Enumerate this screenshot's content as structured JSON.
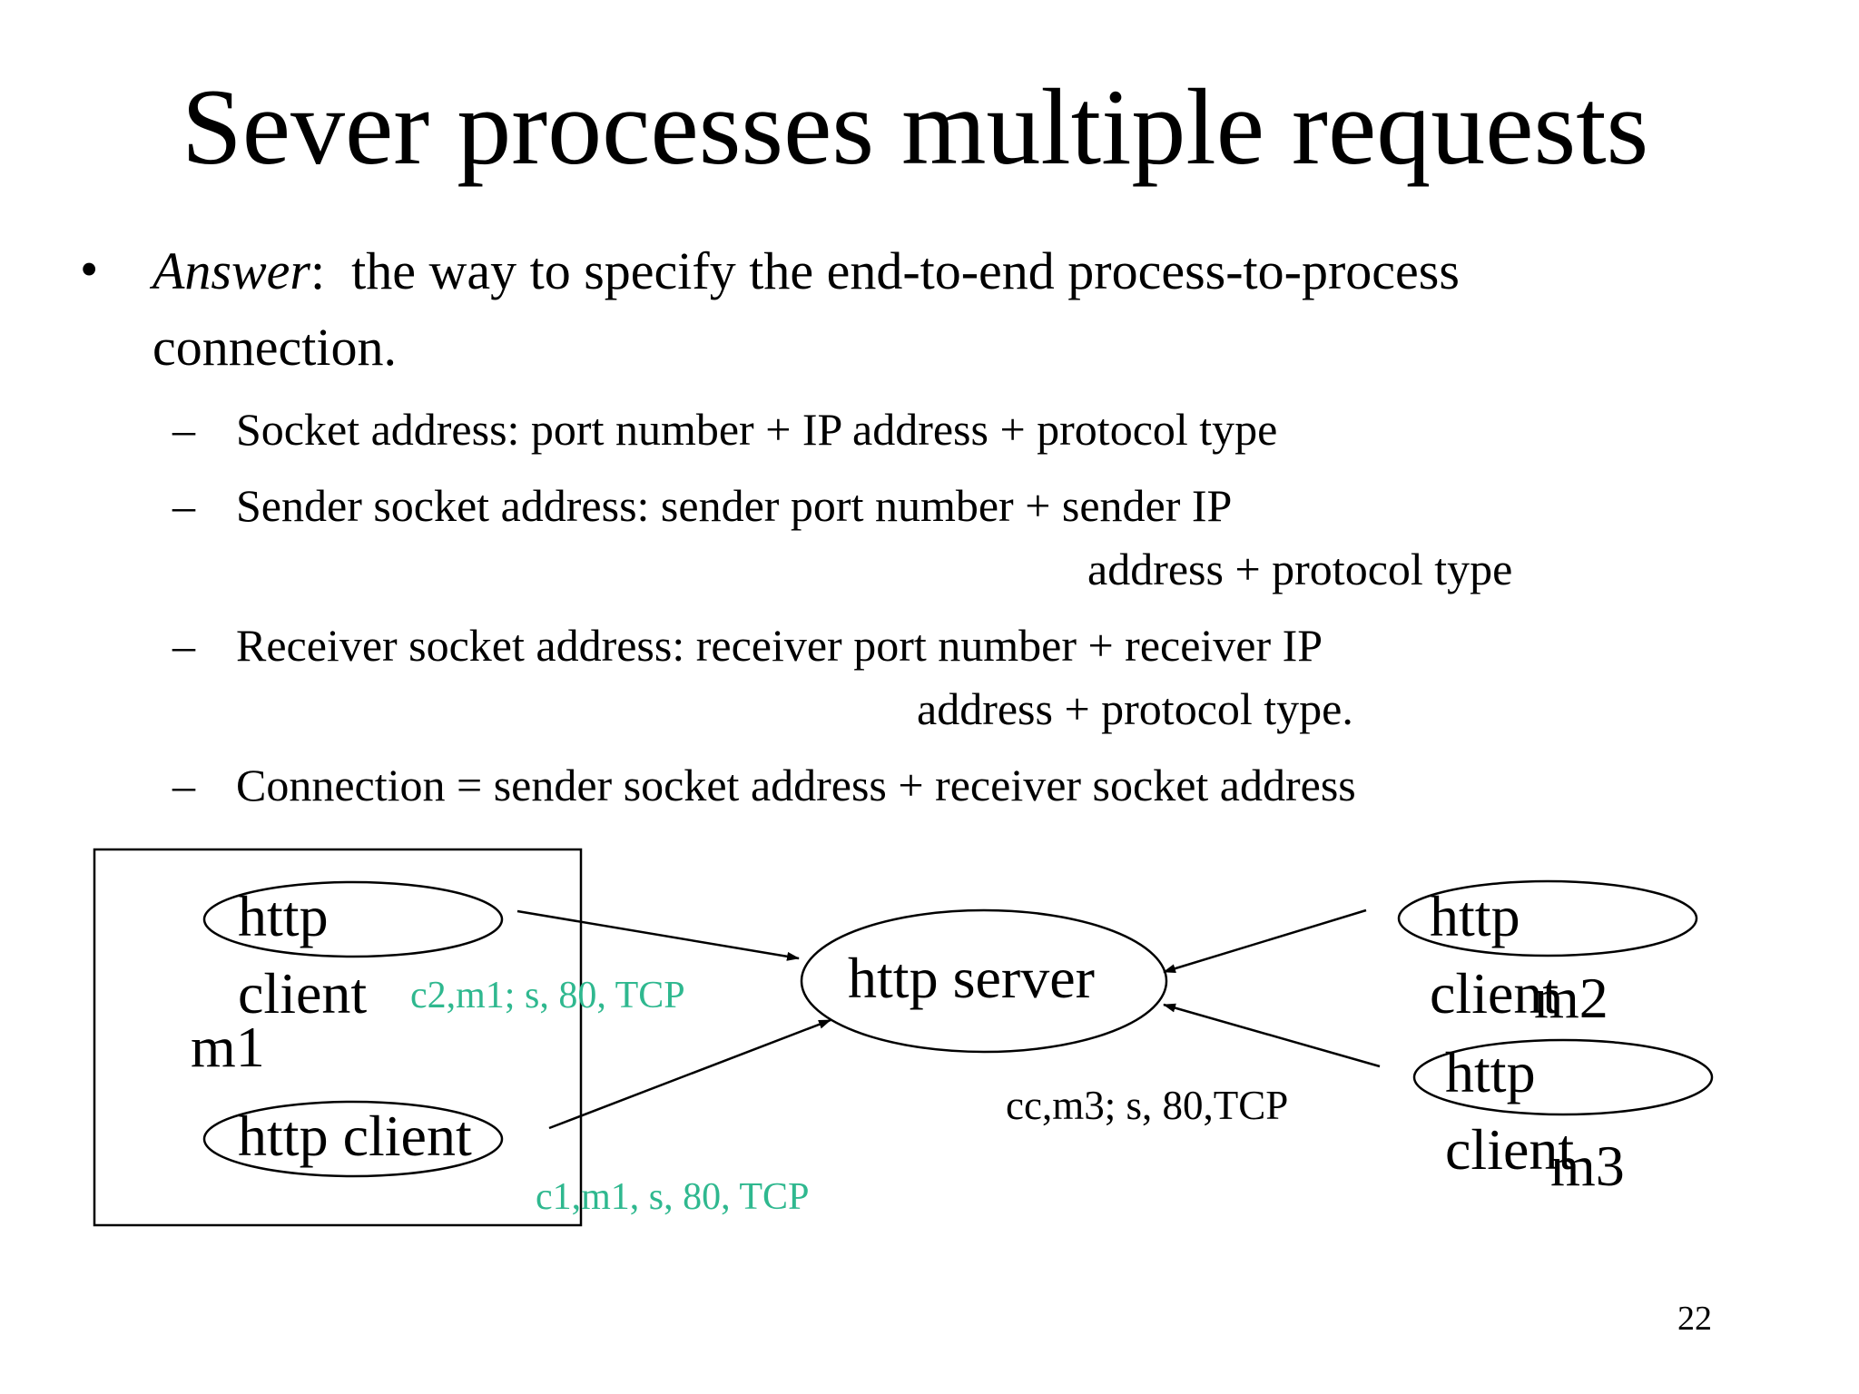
{
  "title": "Sever processes multiple requests",
  "bullet": {
    "symbol": "•",
    "emphasis": "Answer",
    "colon": ":",
    "text_line1": "the way to specify the end-to-end process-to-process",
    "text_line2": "connection."
  },
  "sub_items": [
    {
      "dash": "–",
      "line1": "Socket address: port number + IP address + protocol type"
    },
    {
      "dash": "–",
      "line1": "Sender socket address: sender port number + sender IP",
      "line2": "address +  protocol type"
    },
    {
      "dash": "–",
      "line1": "Receiver socket address: receiver port number + receiver IP",
      "line2": "address +  protocol type."
    },
    {
      "dash": "–",
      "line1": "Connection = sender socket address + receiver socket address"
    }
  ],
  "diagram": {
    "client1_line1": "http",
    "client1_line2": "client",
    "machine1_label": "m1",
    "client2_label": "http client",
    "server_label": "http server",
    "client3_line1": "http",
    "client3_line2": "client",
    "machine2_label": "m2",
    "client4_line1": "http",
    "client4_line2": "client",
    "machine3_label": "m3",
    "conn_label_1": "c2,m1;  s, 80, TCP",
    "conn_label_2": "c1,m1, s, 80, TCP",
    "conn_label_3": "cc,m3;  s, 80,TCP",
    "colors": {
      "connection_label": "#2fb88f",
      "stroke": "#000000"
    }
  },
  "page_number": "22"
}
